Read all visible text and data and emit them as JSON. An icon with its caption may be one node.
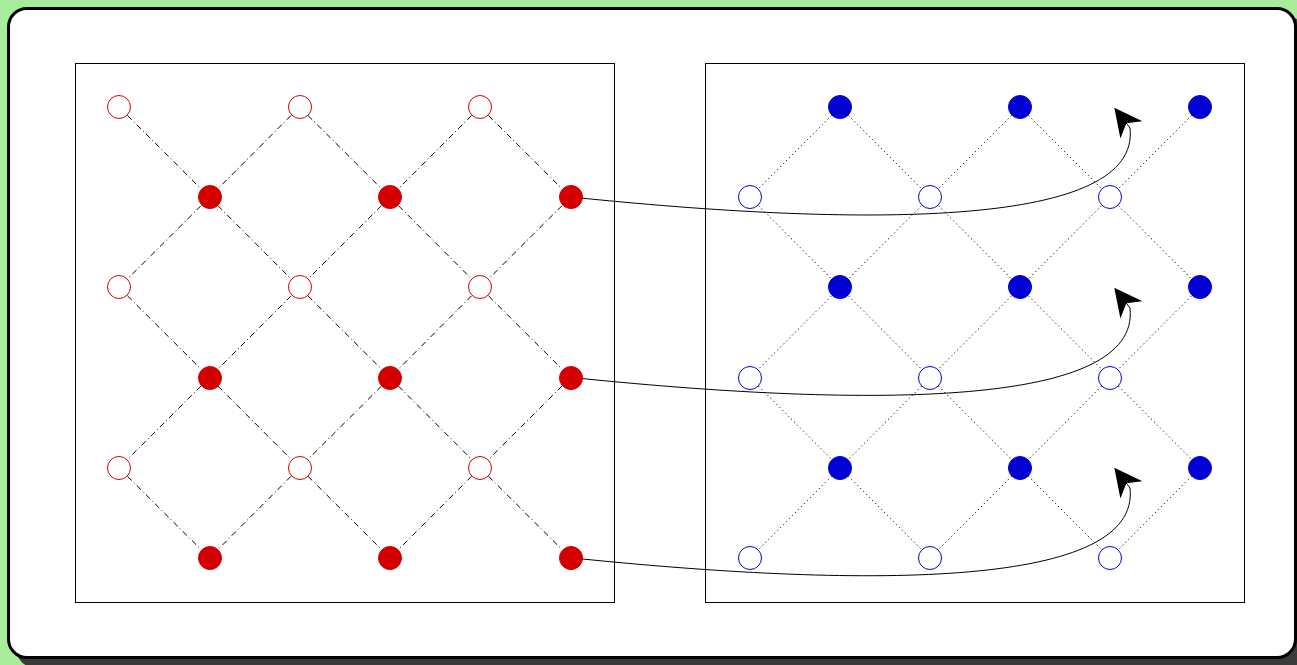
{
  "diagram": {
    "nodes": [
      {
        "text": [],
        "shape": "box"
      },
      {
        "text": [],
        "shape": "circle",
        "in": 0
      },
      {
        "text": [],
        "shape": "circle",
        "in": 0
      },
      {
        "text": [],
        "shape": "circle",
        "in": 0
      },
      {
        "text": [],
        "shape": "circle",
        "in": 0
      },
      {
        "text": [],
        "shape": "circle",
        "in": 0
      },
      {
        "text": [],
        "shape": "circle",
        "in": 0
      },
      {
        "text": [],
        "shape": "circle",
        "in": 0
      },
      {
        "text": [],
        "shape": "circle",
        "in": 0
      },
      {
        "text": [],
        "shape": "circle",
        "in": 0
      },
      {
        "text": [],
        "shape": "circle",
        "in": 0
      },
      {
        "text": [],
        "shape": "circle",
        "in": 0
      },
      {
        "text": [],
        "shape": "circle",
        "in": 0
      },
      {
        "text": [],
        "shape": "circle",
        "in": 0
      },
      {
        "text": [],
        "shape": "circle",
        "in": 0
      },
      {
        "text": [],
        "shape": "circle",
        "in": 0
      },
      {
        "text": [],
        "shape": "circle",
        "in": 0
      },
      {
        "text": [],
        "shape": "circle",
        "in": 0
      },
      {
        "text": [],
        "shape": "circle",
        "in": 0
      },
      {
        "text": [],
        "shape": "box"
      },
      {
        "text": [],
        "shape": "circle",
        "in": 19
      },
      {
        "text": [],
        "shape": "circle",
        "in": 19
      },
      {
        "text": [],
        "shape": "circle",
        "in": 19
      },
      {
        "text": [],
        "shape": "circle",
        "in": 19
      },
      {
        "text": [],
        "shape": "circle",
        "in": 19
      },
      {
        "text": [],
        "shape": "circle",
        "in": 19
      },
      {
        "text": [],
        "shape": "circle",
        "in": 19
      },
      {
        "text": [],
        "shape": "circle",
        "in": 19
      },
      {
        "text": [],
        "shape": "circle",
        "in": 19
      },
      {
        "text": [],
        "shape": "circle",
        "in": 19
      },
      {
        "text": [],
        "shape": "circle",
        "in": 19
      },
      {
        "text": [],
        "shape": "circle",
        "in": 19
      },
      {
        "text": [],
        "shape": "circle",
        "in": 19
      },
      {
        "text": [],
        "shape": "circle",
        "in": 19
      },
      {
        "text": [],
        "shape": "circle",
        "in": 19
      },
      {
        "text": [],
        "shape": "circle",
        "in": 19
      },
      {
        "text": [],
        "shape": "circle",
        "in": 19
      },
      {
        "text": [],
        "shape": "circle",
        "in": 19
      }
    ],
    "edges": [
      {
        "from": 1,
        "to": 4,
        "arrow": "none",
        "style": "dashed"
      },
      {
        "from": 2,
        "to": 4,
        "arrow": "none",
        "style": "dashed"
      },
      {
        "from": 2,
        "to": 5,
        "arrow": "none",
        "style": "dashed"
      },
      {
        "from": 3,
        "to": 5,
        "arrow": "none",
        "style": "dashed"
      },
      {
        "from": 3,
        "to": 6,
        "arrow": "none",
        "style": "dashed"
      },
      {
        "from": 4,
        "to": 7,
        "arrow": "none",
        "style": "dashed"
      },
      {
        "from": 4,
        "to": 8,
        "arrow": "none",
        "style": "dashed"
      },
      {
        "from": 5,
        "to": 8,
        "arrow": "none",
        "style": "dashed"
      },
      {
        "from": 5,
        "to": 9,
        "arrow": "none",
        "style": "dashed"
      },
      {
        "from": 6,
        "to": 9,
        "arrow": "none",
        "style": "dashed"
      },
      {
        "from": 7,
        "to": 10,
        "arrow": "none",
        "style": "dashed"
      },
      {
        "from": 8,
        "to": 10,
        "arrow": "none",
        "style": "dashed"
      },
      {
        "from": 8,
        "to": 11,
        "arrow": "none",
        "style": "dashed"
      },
      {
        "from": 9,
        "to": 11,
        "arrow": "none",
        "style": "dashed"
      },
      {
        "from": 9,
        "to": 12,
        "arrow": "none",
        "style": "dashed"
      },
      {
        "from": 10,
        "to": 13,
        "arrow": "none",
        "style": "dashed"
      },
      {
        "from": 10,
        "to": 14,
        "arrow": "none",
        "style": "dashed"
      },
      {
        "from": 11,
        "to": 14,
        "arrow": "none",
        "style": "dashed"
      },
      {
        "from": 11,
        "to": 15,
        "arrow": "none",
        "style": "dashed"
      },
      {
        "from": 12,
        "to": 15,
        "arrow": "none",
        "style": "dashed"
      },
      {
        "from": 13,
        "to": 16,
        "arrow": "none",
        "style": "dashed"
      },
      {
        "from": 14,
        "to": 16,
        "arrow": "none",
        "style": "dashed"
      },
      {
        "from": 14,
        "to": 17,
        "arrow": "none",
        "style": "dashed"
      },
      {
        "from": 15,
        "to": 17,
        "arrow": "none",
        "style": "dashed"
      },
      {
        "from": 15,
        "to": 18,
        "arrow": "none",
        "style": "dashed"
      },
      {
        "from": 20,
        "to": 23,
        "arrow": "none",
        "style": "dashed"
      },
      {
        "from": 20,
        "to": 24,
        "arrow": "none",
        "style": "dashed"
      },
      {
        "from": 21,
        "to": 24,
        "arrow": "none",
        "style": "dashed"
      },
      {
        "from": 21,
        "to": 25,
        "arrow": "none",
        "style": "dashed"
      },
      {
        "from": 22,
        "to": 25,
        "arrow": "none",
        "style": "dashed"
      },
      {
        "from": 23,
        "to": 26,
        "arrow": "none",
        "style": "dashed"
      },
      {
        "from": 24,
        "to": 26,
        "arrow": "none",
        "style": "dashed"
      },
      {
        "from": 24,
        "to": 27,
        "arrow": "none",
        "style": "dashed"
      },
      {
        "from": 25,
        "to": 27,
        "arrow": "none",
        "style": "dashed"
      },
      {
        "from": 25,
        "to": 28,
        "arrow": "none",
        "style": "dashed"
      },
      {
        "from": 26,
        "to": 29,
        "arrow": "none",
        "style": "dashed"
      },
      {
        "from": 26,
        "to": 30,
        "arrow": "none",
        "style": "dashed"
      },
      {
        "from": 27,
        "to": 30,
        "arrow": "none",
        "style": "dashed"
      },
      {
        "from": 27,
        "to": 31,
        "arrow": "none",
        "style": "dashed"
      },
      {
        "from": 28,
        "to": 31,
        "arrow": "none",
        "style": "dashed"
      },
      {
        "from": 29,
        "to": 32,
        "arrow": "none",
        "style": "dashed"
      },
      {
        "from": 30,
        "to": 32,
        "arrow": "none",
        "style": "dashed"
      },
      {
        "from": 30,
        "to": 33,
        "arrow": "none",
        "style": "dashed"
      },
      {
        "from": 31,
        "to": 33,
        "arrow": "none",
        "style": "dashed"
      },
      {
        "from": 31,
        "to": 34,
        "arrow": "none",
        "style": "dashed"
      },
      {
        "from": 32,
        "to": 35,
        "arrow": "none",
        "style": "dashed"
      },
      {
        "from": 32,
        "to": 36,
        "arrow": "none",
        "style": "dashed"
      },
      {
        "from": 33,
        "to": 36,
        "arrow": "none",
        "style": "dashed"
      },
      {
        "from": 33,
        "to": 37,
        "arrow": "none",
        "style": "dashed"
      },
      {
        "from": 34,
        "to": 37,
        "arrow": "none",
        "style": "dashed"
      },
      {
        "from": 6,
        "to": null,
        "arrow": "to"
      },
      {
        "from": 12,
        "to": null,
        "arrow": "to"
      },
      {
        "from": 18,
        "to": null,
        "arrow": "to"
      }
    ]
  }
}
